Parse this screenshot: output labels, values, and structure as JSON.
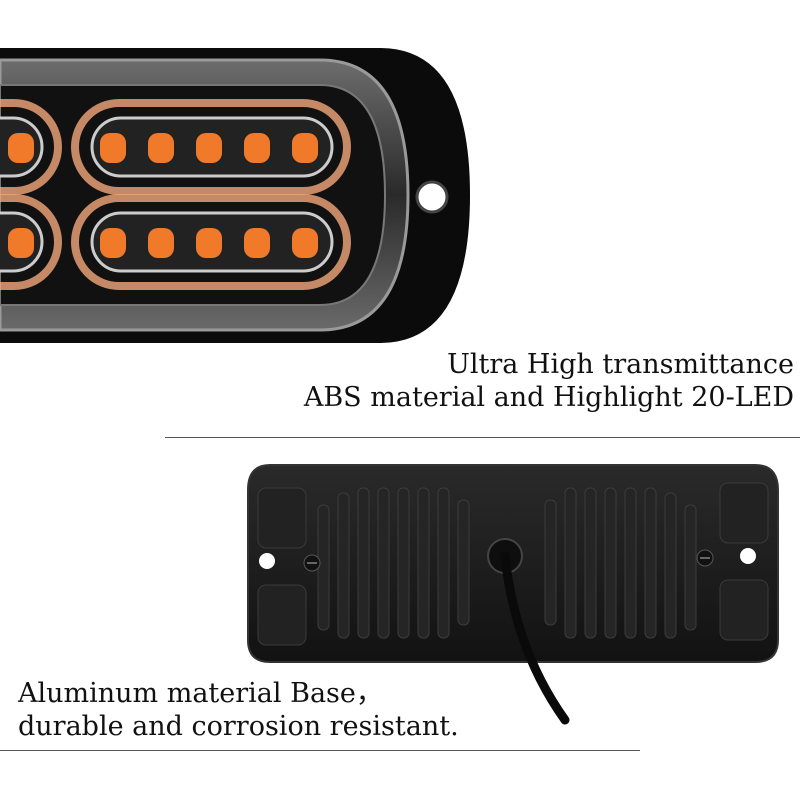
{
  "feature_top": {
    "line1": "Ultra High transmittance",
    "line2": "ABS material and Highlight 20-LED"
  },
  "feature_bottom": {
    "line1": "Aluminum material Base，",
    "line2": "durable and corrosion resistant."
  },
  "colors": {
    "led_amber": "#f07a2a",
    "housing": "#0b0b0b",
    "base_plate": "#1c1c1c"
  }
}
